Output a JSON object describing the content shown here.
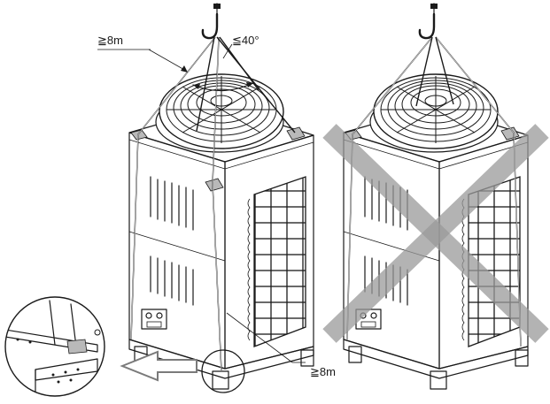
{
  "labels": {
    "sling_length_top": "≧8m",
    "sling_angle": "≦40°",
    "sling_length_bottom": "≧8m"
  },
  "colors": {
    "line": "#1a1a1a",
    "cross_mark": "#9a9a9a",
    "background": "#ffffff"
  },
  "icons": {
    "correct_method": "lifting-hook-icon",
    "incorrect_method": "cross-mark-icon",
    "detail_callout": "magnifier-circle-icon",
    "detail_arrow": "left-arrow-icon"
  }
}
